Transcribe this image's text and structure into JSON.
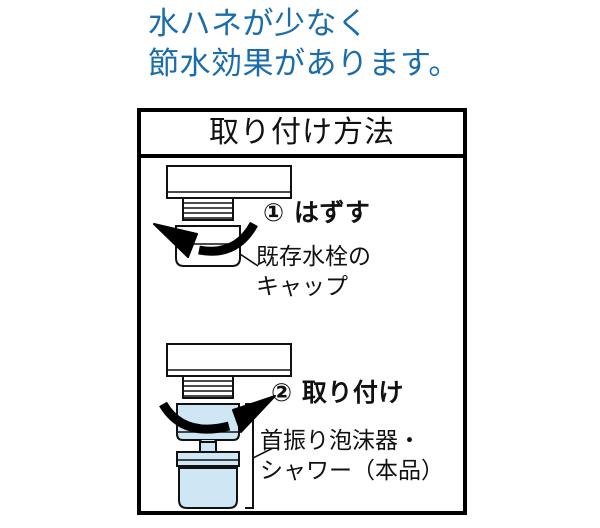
{
  "headline": {
    "line1": "水ハネが少なく",
    "line2": "節水効果があります。",
    "color": "#1a6cab"
  },
  "panel": {
    "header_title": "取り付け方法",
    "border_color": "#000000",
    "background": "#ffffff"
  },
  "steps": [
    {
      "id": "step-1",
      "number": "①",
      "label": "① はずす",
      "caption_line1": "既存水栓の",
      "caption_line2": "キャップ",
      "rotation": "counterclockwise",
      "figure": {
        "spout": "faucet-spout",
        "thread": "faucet-thread",
        "part": "existing-faucet-cap",
        "part_fill": "#ffffff",
        "outline": "#111111",
        "arrow_color": "#000000"
      }
    },
    {
      "id": "step-2",
      "number": "②",
      "label": "② 取り付け",
      "caption_line1": "首振り泡沫器・",
      "caption_line2": "シャワー（本品）",
      "rotation": "clockwise",
      "figure": {
        "spout": "faucet-spout",
        "thread": "faucet-thread",
        "part": "swivel-aerator-shower",
        "part_fill": "#cfe7f5",
        "outline": "#111111",
        "arrow_color": "#000000"
      }
    }
  ],
  "colors": {
    "accent_blue": "#1a6cab",
    "product_light_blue": "#cfe7f5",
    "outline_black": "#111111",
    "frame_black": "#000000",
    "white": "#ffffff"
  }
}
